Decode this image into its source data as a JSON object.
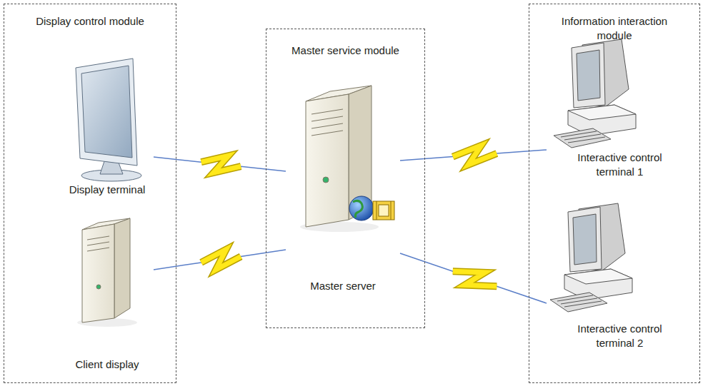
{
  "diagram": {
    "nodes": [
      {
        "text": [
          "Display control module"
        ]
      },
      {
        "text": [
          "Display terminal"
        ],
        "in": 0
      },
      {
        "text": [
          "Client display"
        ],
        "in": 0
      },
      {
        "text": [
          "Master service module"
        ]
      },
      {
        "text": [
          "Master server"
        ],
        "in": 3
      },
      {
        "text": [
          "Information interaction module"
        ]
      },
      {
        "text": [
          "Interactive control terminal 1"
        ],
        "in": 5
      },
      {
        "text": [
          "Interactive control terminal 2"
        ],
        "in": 5
      }
    ],
    "edges": [
      {
        "from": 1,
        "to": 4,
        "arrow": "none"
      },
      {
        "from": 2,
        "to": 4,
        "arrow": "none"
      },
      {
        "from": 4,
        "to": 6,
        "arrow": "none"
      },
      {
        "from": 4,
        "to": 7,
        "arrow": "none"
      }
    ]
  }
}
